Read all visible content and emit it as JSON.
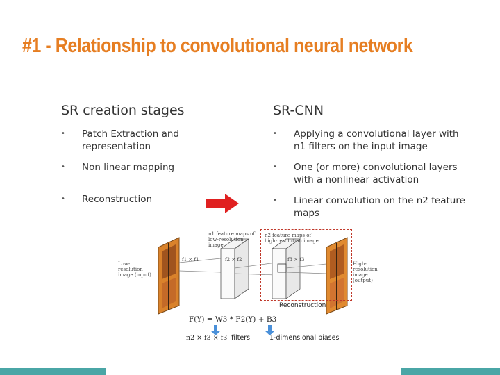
{
  "slide": {
    "title": "#1 - Relationship to convolutional neural network"
  },
  "left_column": {
    "heading": "SR creation stages",
    "bullet_glyph": "•",
    "items": [
      "Patch Extraction and representation",
      "Non linear mapping",
      "Reconstruction"
    ]
  },
  "right_column": {
    "heading": "SR-CNN",
    "bullet_glyph": "•",
    "items": [
      "Applying a convolutional layer with n1 filters on the input image",
      "One (or more) convolutional layers with a nonlinear activation",
      "Linear convolution on the n2 feature maps"
    ]
  },
  "diagram": {
    "input_label": "Low-resolution image (input)",
    "output_label": "High-resolution image (output)",
    "feature_maps_low": "n1 feature maps of low-resolution image",
    "feature_maps_high": "n2 feature maps of high-resolution image",
    "kernel_1": "f1 × f1",
    "kernel_2": "f2 × f2",
    "kernel_3": "f3 × f3",
    "reconstruction_label": "Reconstruction",
    "formula": "F(Y) = W3 * F2(Y) + B3",
    "filter_dims": "n2 × f3 × f3",
    "filters_label": "filters",
    "biases_label": "1-dimensional biases"
  },
  "colors": {
    "title": "#e67e22",
    "arrow": "#e02020",
    "footer": "#4aa6a6",
    "reconstruction_box": "#c0392b",
    "annotation_arrows": "#4a90d9"
  }
}
